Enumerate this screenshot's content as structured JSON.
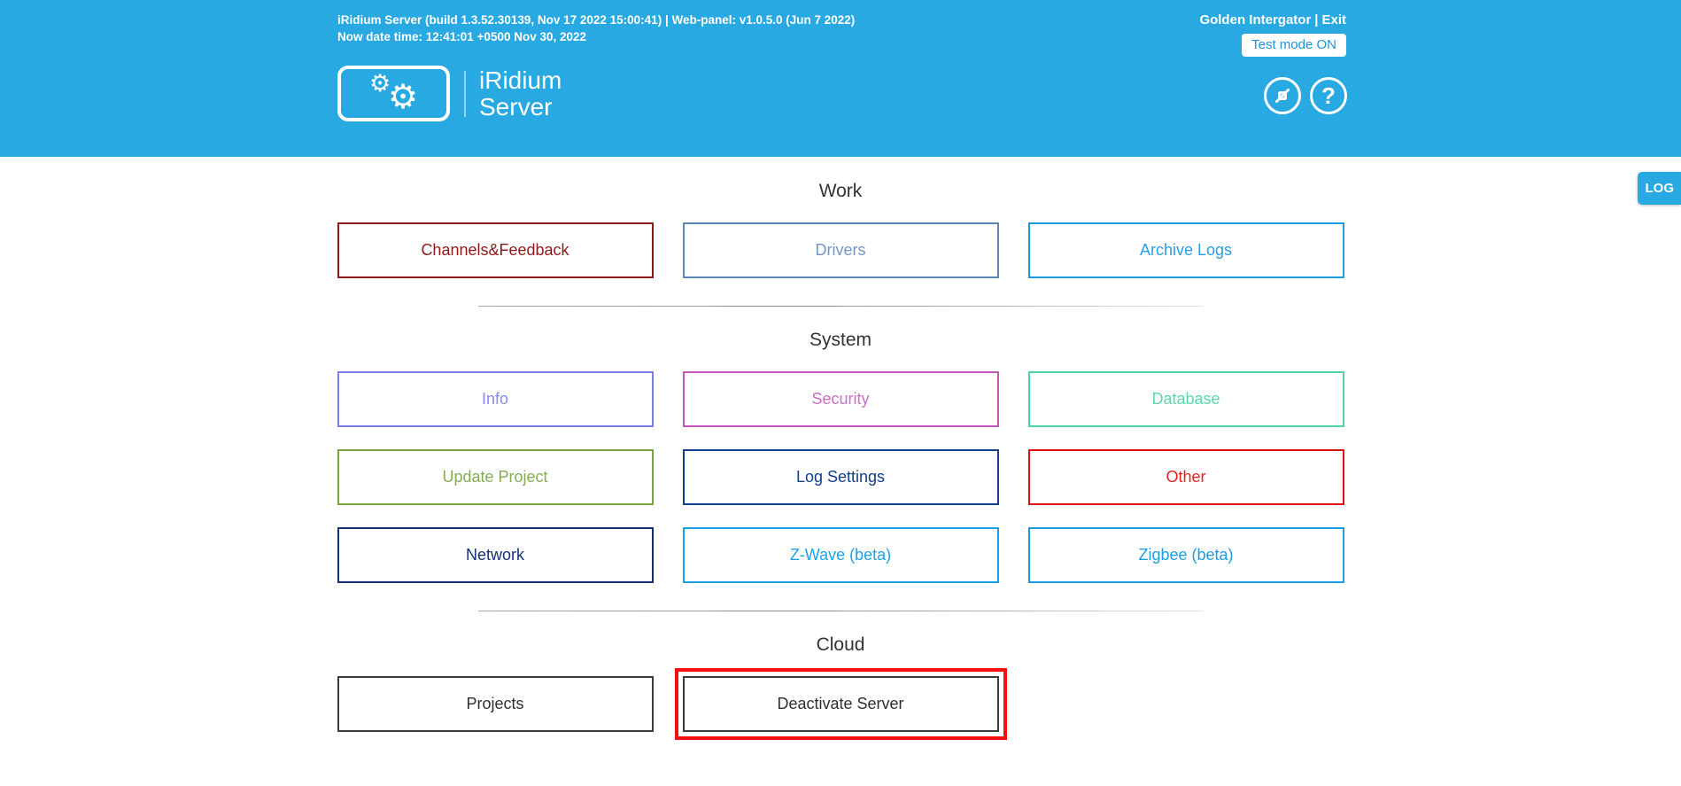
{
  "header": {
    "info_line1": "iRidium Server (build 1.3.52.30139, Nov 17 2022 15:00:41) | Web-panel: v1.0.5.0 (Jun 7 2022)",
    "info_line2": "Now date time: 12:41:01 +0500 Nov 30, 2022",
    "user_name": "Golden Intergator",
    "separator": "|",
    "exit_label": "Exit",
    "test_mode_label": "Test mode ON",
    "logo_title_line1": "iRidium",
    "logo_title_line2": "Server",
    "icons": {
      "logo": "gears",
      "collapse": "collapse-arrows",
      "help": "question-mark"
    }
  },
  "log_tab": {
    "label": "LOG"
  },
  "colors": {
    "header_blue": "#29A9E1",
    "test_mode_text": "#2196D9",
    "highlight": "#F50F0F",
    "section_title_text": "#333333"
  },
  "sections": [
    {
      "title": "Work",
      "divider_after": true,
      "buttons": [
        {
          "label": "Channels&Feedback",
          "border": "#8B1A1A",
          "text": "#8B1A1A"
        },
        {
          "label": "Drivers",
          "border": "#5B87B5",
          "text": "#7396C4"
        },
        {
          "label": "Archive Logs",
          "border": "#1E9CE0",
          "text": "#2A9DE4"
        }
      ]
    },
    {
      "title": "System",
      "divider_after": true,
      "buttons": [
        {
          "label": "Info",
          "border": "#7B7EE8",
          "text": "#8A8AEC"
        },
        {
          "label": "Security",
          "border": "#C455BC",
          "text": "#C96FC6"
        },
        {
          "label": "Database",
          "border": "#4FD3A0",
          "text": "#5CD6A8"
        },
        {
          "label": "Update Project",
          "border": "#7BA53F",
          "text": "#85AC52"
        },
        {
          "label": "Log Settings",
          "border": "#113E8E",
          "text": "#113E8E"
        },
        {
          "label": "Other",
          "border": "#DD1111",
          "text": "#E32222"
        },
        {
          "label": "Network",
          "border": "#12306E",
          "text": "#143278"
        },
        {
          "label": "Z-Wave (beta)",
          "border": "#17A2E6",
          "text": "#1BA3E8"
        },
        {
          "label": "Zigbee (beta)",
          "border": "#1D9CE2",
          "text": "#1D9CE2"
        }
      ]
    },
    {
      "title": "Cloud",
      "divider_after": false,
      "buttons": [
        {
          "label": "Projects",
          "border": "#3A3A3A",
          "text": "#2F2F2F"
        },
        {
          "label": "Deactivate Server",
          "border": "#3A3A3A",
          "text": "#2F2F2F",
          "highlighted": true
        }
      ]
    }
  ]
}
